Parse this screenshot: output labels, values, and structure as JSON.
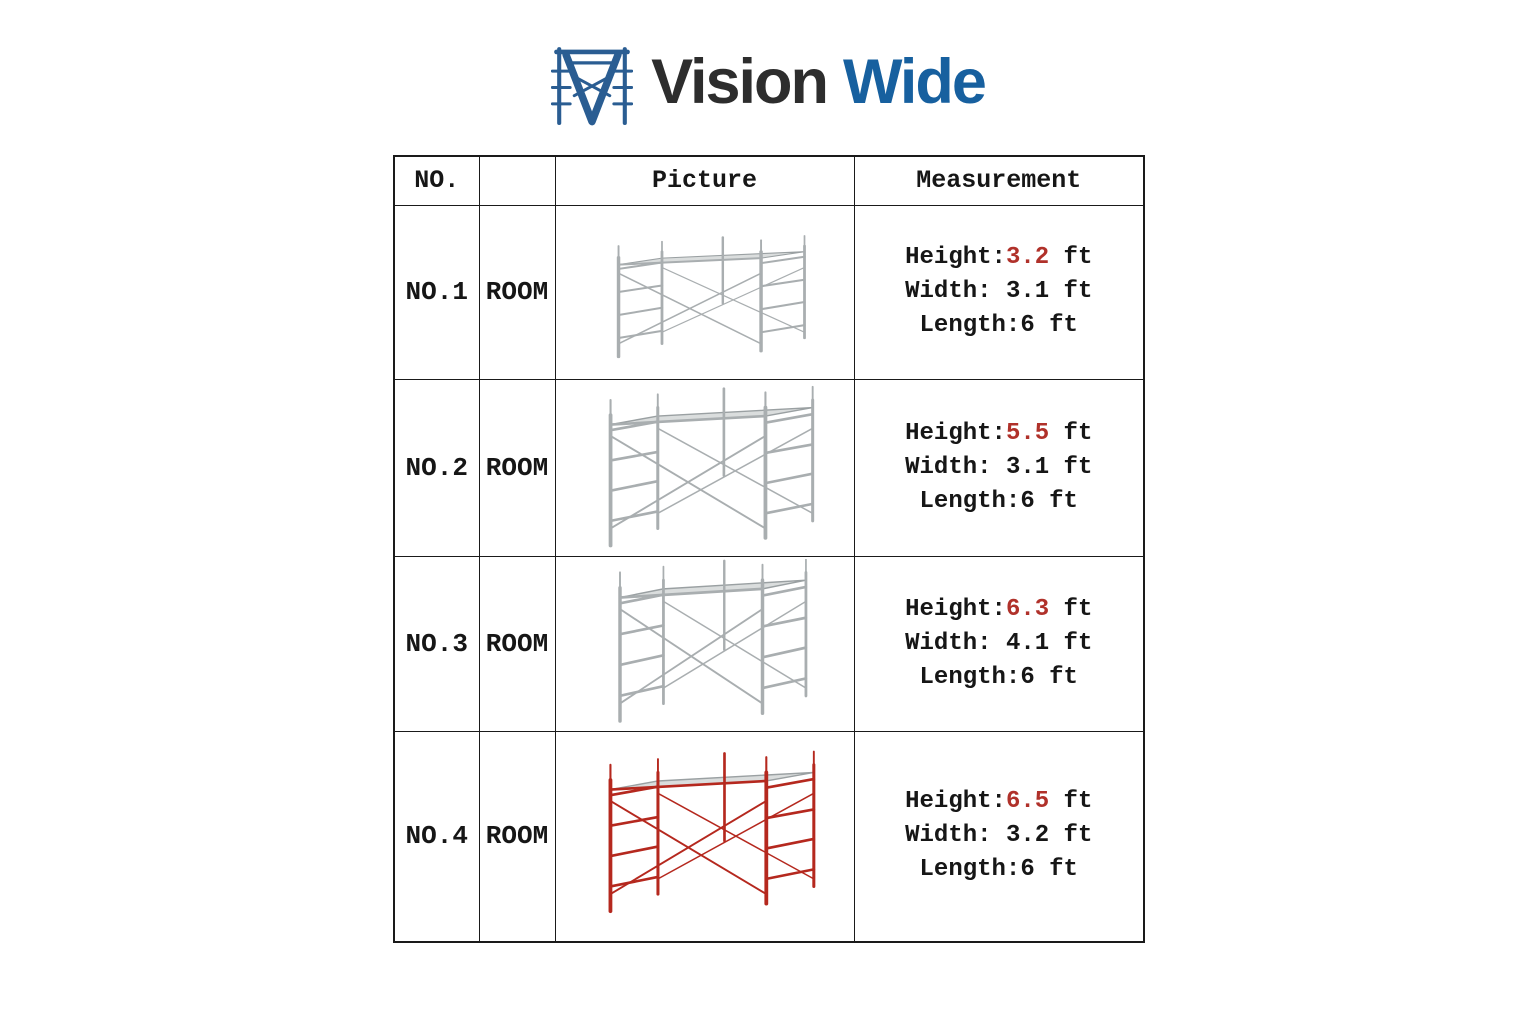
{
  "theme": {
    "colors": {
      "accent_red": "#b0312a",
      "brand_dark": "#2d2d2d",
      "brand_blue": "#17609f",
      "icon_blue": "#2a5d92",
      "table_border": "#1a1a1a"
    }
  },
  "logo": {
    "text_primary": "Vision",
    "text_secondary": "Wide",
    "icon": "scaffold-v-mark"
  },
  "table": {
    "headers": {
      "no": "NO.",
      "type": "",
      "picture": "Picture",
      "measurement": "Measurement"
    },
    "measure_labels": {
      "height": "Height:",
      "width": "Width: ",
      "length": "Length:",
      "unit": " ft"
    },
    "rows": [
      {
        "no": "NO.1",
        "type": "ROOM",
        "image_name": "silver-scaffold-frame",
        "image_color": "#a9aeb0",
        "measurements": {
          "height": "3.2",
          "width": "3.1",
          "length": "6"
        }
      },
      {
        "no": "NO.2",
        "type": "ROOM",
        "image_name": "silver-scaffold-frame",
        "image_color": "#a9aeb0",
        "measurements": {
          "height": "5.5",
          "width": "3.1",
          "length": "6"
        }
      },
      {
        "no": "NO.3",
        "type": "ROOM",
        "image_name": "silver-scaffold-frame",
        "image_color": "#a9aeb0",
        "measurements": {
          "height": "6.3",
          "width": "4.1",
          "length": "6"
        }
      },
      {
        "no": "NO.4",
        "type": "ROOM",
        "image_name": "red-scaffold-frame",
        "image_color": "#b5281e",
        "measurements": {
          "height": "6.5",
          "width": "3.2",
          "length": "6"
        }
      }
    ]
  }
}
